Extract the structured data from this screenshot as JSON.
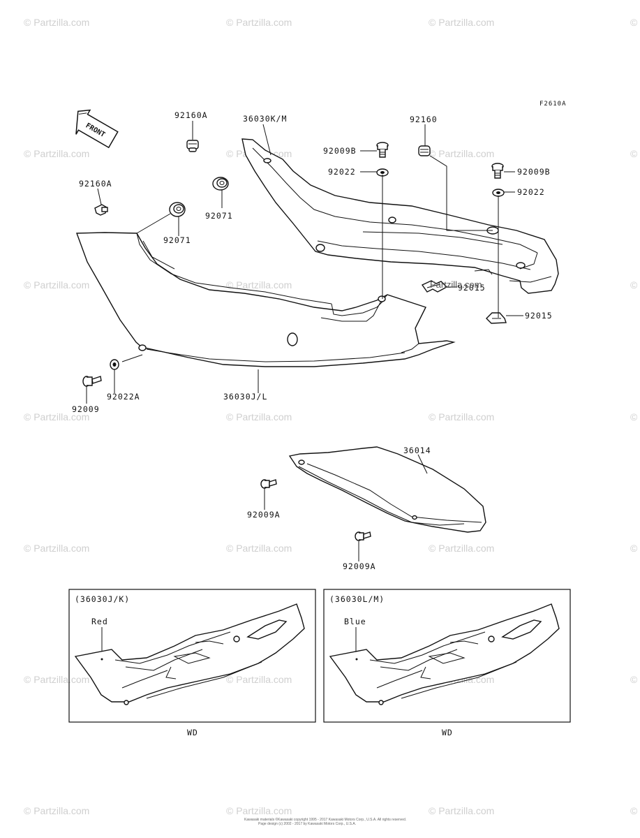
{
  "figure_code": "F2610A",
  "watermark": "© Partzilla.com",
  "front_arrow_label": "FRONT",
  "callouts": {
    "p92160A_top": "92160A",
    "p36030KM": "36030K/M",
    "p92160": "92160",
    "p92009B_center": "92009B",
    "p92022_center": "92022",
    "p92009B_right": "92009B",
    "p92022_right": "92022",
    "p92160A_left": "92160A",
    "p92071_mid": "92071",
    "p92071_left": "92071",
    "p92015_right": "92015",
    "p92015_mid": "92015",
    "p92022A": "92022A",
    "p92009": "92009",
    "p36030JL": "36030J/L",
    "p36014": "36014",
    "p92009A_left": "92009A",
    "p92009A_bottom": "92009A"
  },
  "overlay_site_text": "Partzilla.com",
  "variants": [
    {
      "title": "(36030J/K)",
      "color": "Red",
      "caption": "WD"
    },
    {
      "title": "(36030L/M)",
      "color": "Blue",
      "caption": "WD"
    }
  ],
  "footer": {
    "line1": "Kawasaki materials ©Kawasaki copyright 1995 - 2017 Kawasaki Motors Corp., U.S.A. All rights reserved.",
    "line2": "Page design (c) 2002 - 2017 by Kawasaki Motors Corp., U.S.A."
  }
}
